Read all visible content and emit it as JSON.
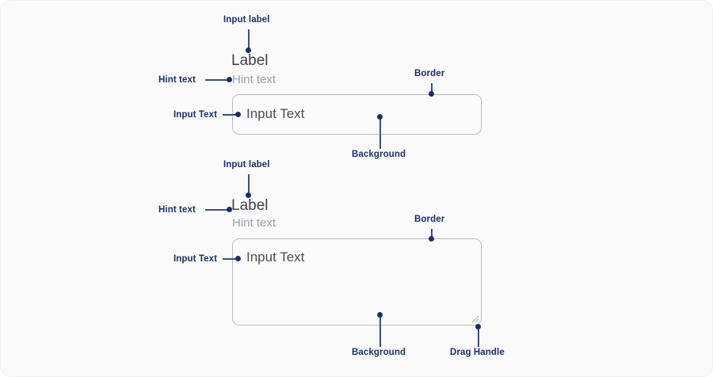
{
  "canvas": {
    "background": "#fafafa",
    "border_color": "#f0f0f0"
  },
  "colors": {
    "annotation": "#1c2f63",
    "annotation_line": "#3c4f7d",
    "label_text": "#3e4247",
    "hint_text": "#9ba1a7",
    "input_text": "#4a4e52",
    "input_border": "#b9bcc0",
    "input_background": "#fbfbfb"
  },
  "text_field": {
    "label": "Label",
    "hint": "Hint text",
    "value": "Input Text",
    "annotations": {
      "input_label": "Input label",
      "hint_text": "Hint text",
      "input_text": "Input Text",
      "border": "Border",
      "background": "Background"
    }
  },
  "textarea_field": {
    "label": "Label",
    "hint": "Hint text",
    "value": "Input Text",
    "annotations": {
      "input_label": "Input label",
      "hint_text": "Hint text",
      "input_text": "Input Text",
      "border": "Border",
      "background": "Background",
      "drag_handle": "Drag Handle"
    }
  },
  "icons": {
    "drag_handle": "resize-grip-icon"
  }
}
